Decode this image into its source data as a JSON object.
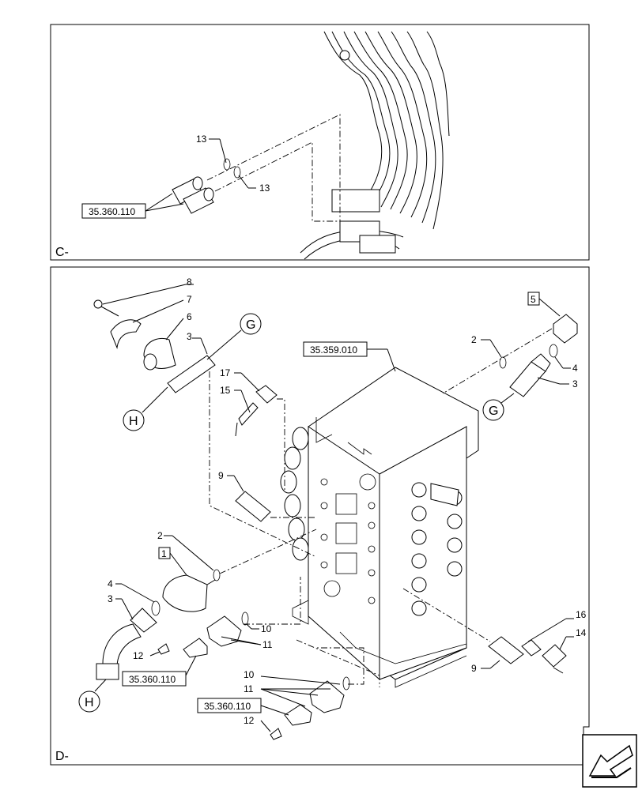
{
  "panels": {
    "c": {
      "label": "C-"
    },
    "d": {
      "label": "D-"
    }
  },
  "references": {
    "ref_c": "35.360.110",
    "ref_valve": "35.359.010",
    "ref_d1": "35.360.110",
    "ref_d2": "35.360.110"
  },
  "callouts": {
    "c_13a": "13",
    "c_13b": "13",
    "n8": "8",
    "n7": "7",
    "n6": "6",
    "n3a": "3",
    "n17": "17",
    "n15": "15",
    "n9a": "9",
    "n2a": "2",
    "n1": "1",
    "n4a": "4",
    "n3b": "3",
    "n10a": "10",
    "n11a": "11",
    "n12a": "12",
    "n10b": "10",
    "n11b": "11",
    "n12b": "12",
    "n5": "5",
    "n2b": "2",
    "n4b": "4",
    "n3c": "3",
    "n16": "16",
    "n14": "14",
    "n9b": "9"
  },
  "connectors": {
    "g_top": "G",
    "h_top": "H",
    "g_right": "G",
    "h_bottom": "H"
  },
  "nav": {
    "icon": "arrow-icon"
  }
}
